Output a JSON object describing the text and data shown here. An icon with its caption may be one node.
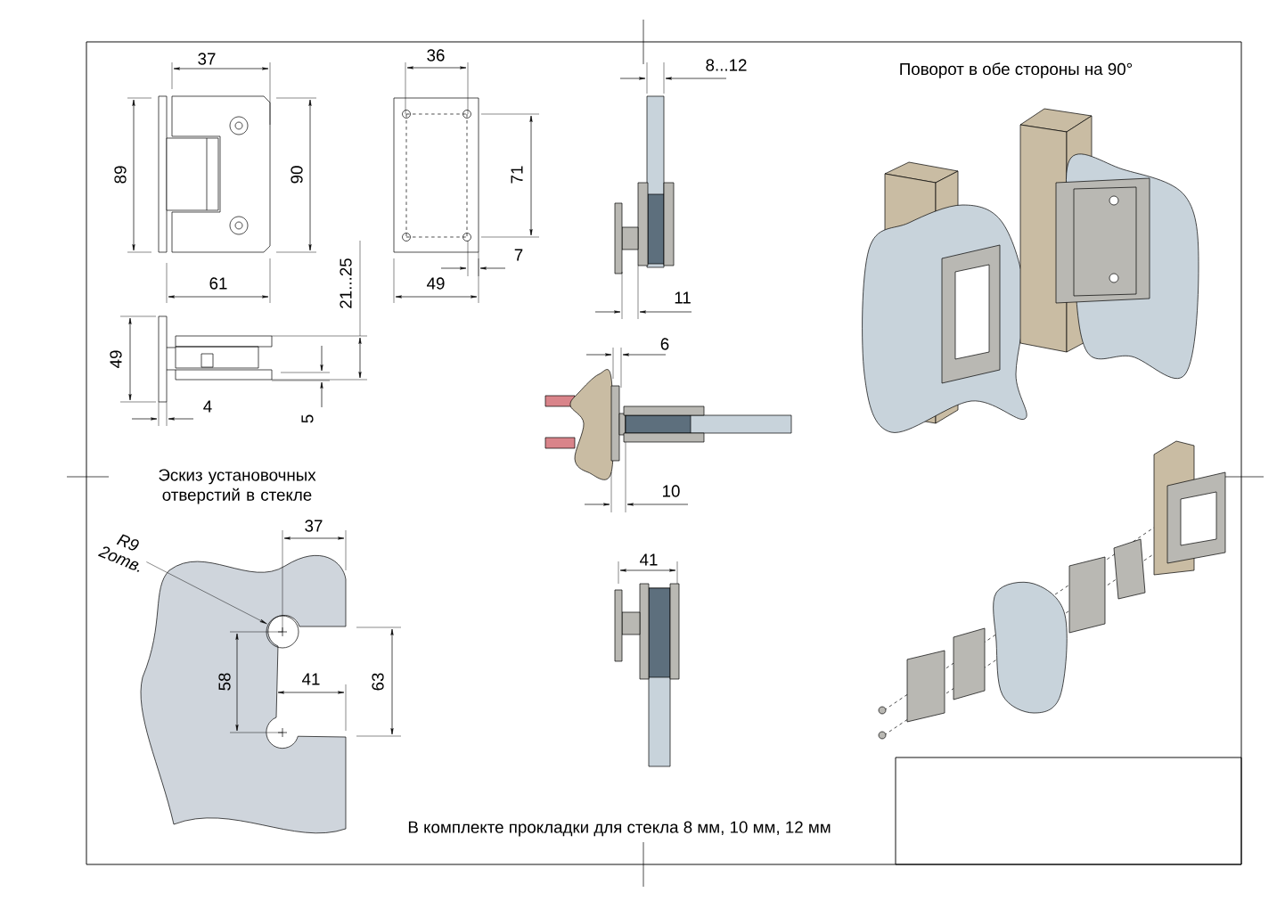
{
  "diagram": {
    "nodes": [
      {
        "text": [
          "R9",
          "2отв."
        ]
      },
      {
        "text": [],
        "shape": "circle"
      }
    ],
    "edges": [
      {
        "from": 0,
        "to": 1,
        "arrow": "to"
      }
    ],
    "labels": [
      "37",
      "36",
      "8...12",
      "Поворот в обе стороны на 90°",
      "89",
      "90",
      "71",
      "61",
      "21...25",
      "7",
      "49",
      "11",
      "49",
      "4",
      "5",
      "6",
      "10",
      "Эскиз установочных отверстий в стекле",
      "37",
      "41",
      "41",
      "58",
      "63",
      "В комплекте прокладки для стекла 8 мм, 10 мм, 12 мм"
    ]
  }
}
